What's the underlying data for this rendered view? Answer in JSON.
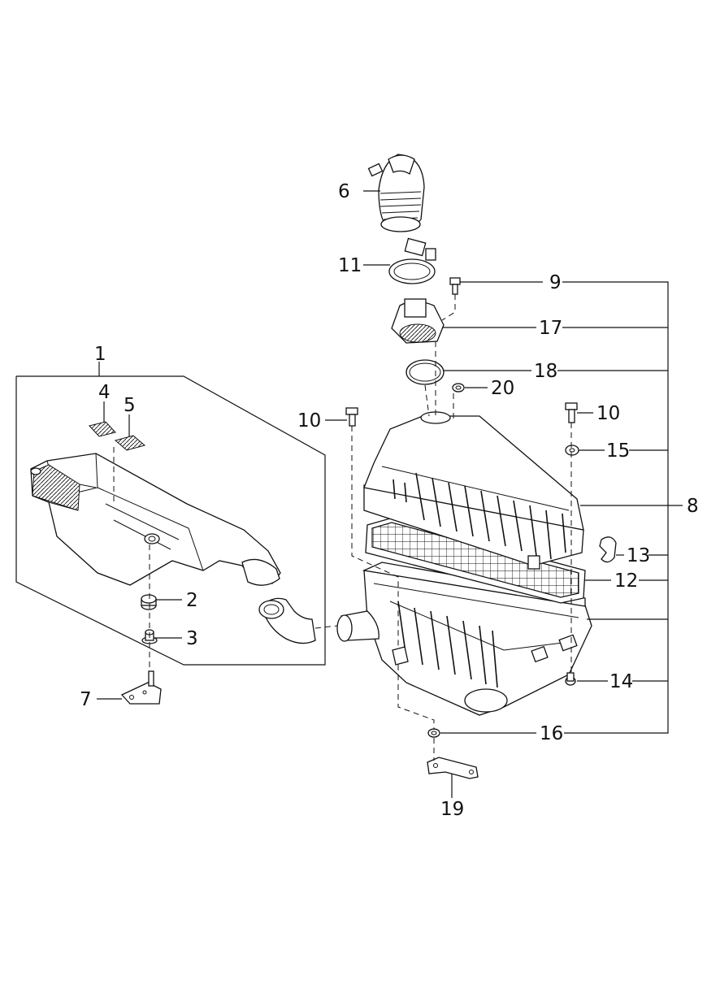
{
  "callouts": {
    "c1": "1",
    "c2": "2",
    "c3": "3",
    "c4": "4",
    "c5": "5",
    "c6": "6",
    "c7": "7",
    "c8": "8",
    "c9": "9",
    "c10a": "10",
    "c10b": "10",
    "c11": "11",
    "c12": "12",
    "c13": "13",
    "c14": "14",
    "c15": "15",
    "c16": "16",
    "c17": "17",
    "c18": "18",
    "c19": "19",
    "c20": "20"
  }
}
